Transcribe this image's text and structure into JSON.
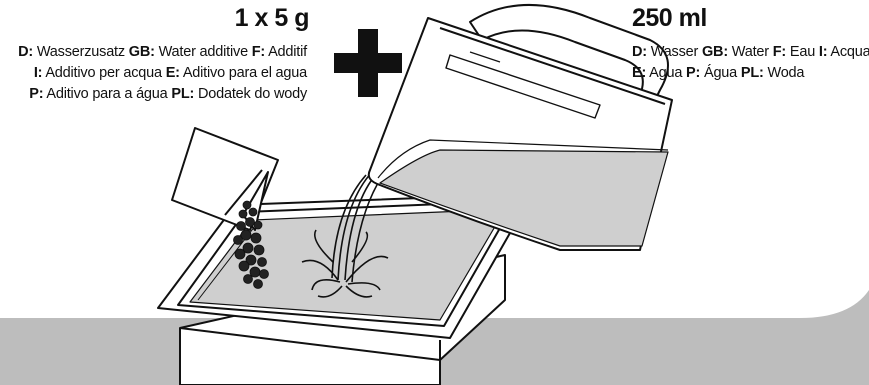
{
  "additive": {
    "quantity": "1 x 5 g",
    "lines": [
      [
        {
          "k": "D:",
          "v": " Wasserzusatz "
        },
        {
          "k": "GB:",
          "v": " Water additive "
        },
        {
          "k": "F:",
          "v": " Additif"
        }
      ],
      [
        {
          "k": "I:",
          "v": " Additivo per acqua "
        },
        {
          "k": "E:",
          "v": " Aditivo para el agua"
        }
      ],
      [
        {
          "k": "P:",
          "v": " Aditivo para a água "
        },
        {
          "k": "PL:",
          "v": " Dodatek do wody"
        }
      ]
    ]
  },
  "water": {
    "quantity": "250 ml",
    "lines": [
      [
        {
          "k": "D:",
          "v": " Wasser "
        },
        {
          "k": "GB:",
          "v": " Water "
        },
        {
          "k": "F:",
          "v": " Eau "
        },
        {
          "k": "I:",
          "v": " Acqua"
        }
      ],
      [
        {
          "k": "E:",
          "v": " Agua "
        },
        {
          "k": "P:",
          "v": " Água "
        },
        {
          "k": "PL:",
          "v": " Woda"
        }
      ]
    ]
  },
  "colors": {
    "band": "#bdbdbd",
    "ink": "#111111",
    "water": "#cfcfcf"
  }
}
